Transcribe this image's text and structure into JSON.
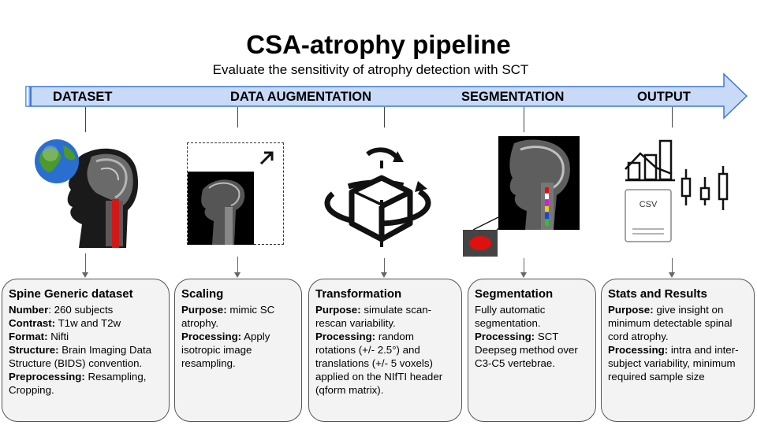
{
  "header": {
    "title": "CSA-atrophy pipeline",
    "subtitle": "Evaluate the sensitivity of atrophy detection with SCT"
  },
  "stages": [
    "DATASET",
    "DATA AUGMENTATION",
    "SEGMENTATION",
    "OUTPUT"
  ],
  "colors": {
    "arrow_fill": "#c9daf8",
    "arrow_stroke": "#3c78d8",
    "card_bg": "#f3f3f3",
    "seg_red": "#e01010"
  },
  "icons": [
    "globe-icon",
    "mri-head-icon",
    "expand-arrow-icon",
    "rotating-cube-icon",
    "axial-slice-icon",
    "bar-chart-icon",
    "csv-file-icon",
    "boxplot-icon"
  ],
  "csv_label": "CSV",
  "cards": {
    "dataset": {
      "title": "Spine Generic dataset",
      "number_label": "Number",
      "number_value": ": 260 subjects",
      "contrast_label": "Contrast:",
      "contrast_value": " T1w and T2w",
      "format_label": "Format:",
      "format_value": " Nifti",
      "structure_label": "Structure:",
      "structure_value": " Brain Imaging Data Structure (BIDS) convention.",
      "preprocessing_label": "Preprocessing:",
      "preprocessing_value": " Resampling, Cropping."
    },
    "scaling": {
      "title": "Scaling",
      "purpose_label": "Purpose:",
      "purpose_value": " mimic SC atrophy.",
      "processing_label": "Processing:",
      "processing_value": " Apply isotropic image resampling."
    },
    "transformation": {
      "title": "Transformation",
      "purpose_label": "Purpose:",
      "purpose_value": " simulate scan-rescan variability.",
      "processing_label": "Processing:",
      "processing_value": " random rotations (+/- 2.5°) and translations (+/- 5 voxels) applied on the NIfTI header (qform matrix)."
    },
    "segmentation": {
      "title": "Segmentation",
      "line1": "Fully automatic segmentation.",
      "processing_label": "Processing:",
      "processing_value": " SCT Deepseg method over C3-C5 vertebrae."
    },
    "stats": {
      "title": "Stats and Results",
      "purpose_label": "Purpose:",
      "purpose_value": " give insight on minimum detectable spinal cord atrophy.",
      "processing_label": "Processing:",
      "processing_value": " intra and inter-subject variability, minimum required sample size"
    }
  }
}
